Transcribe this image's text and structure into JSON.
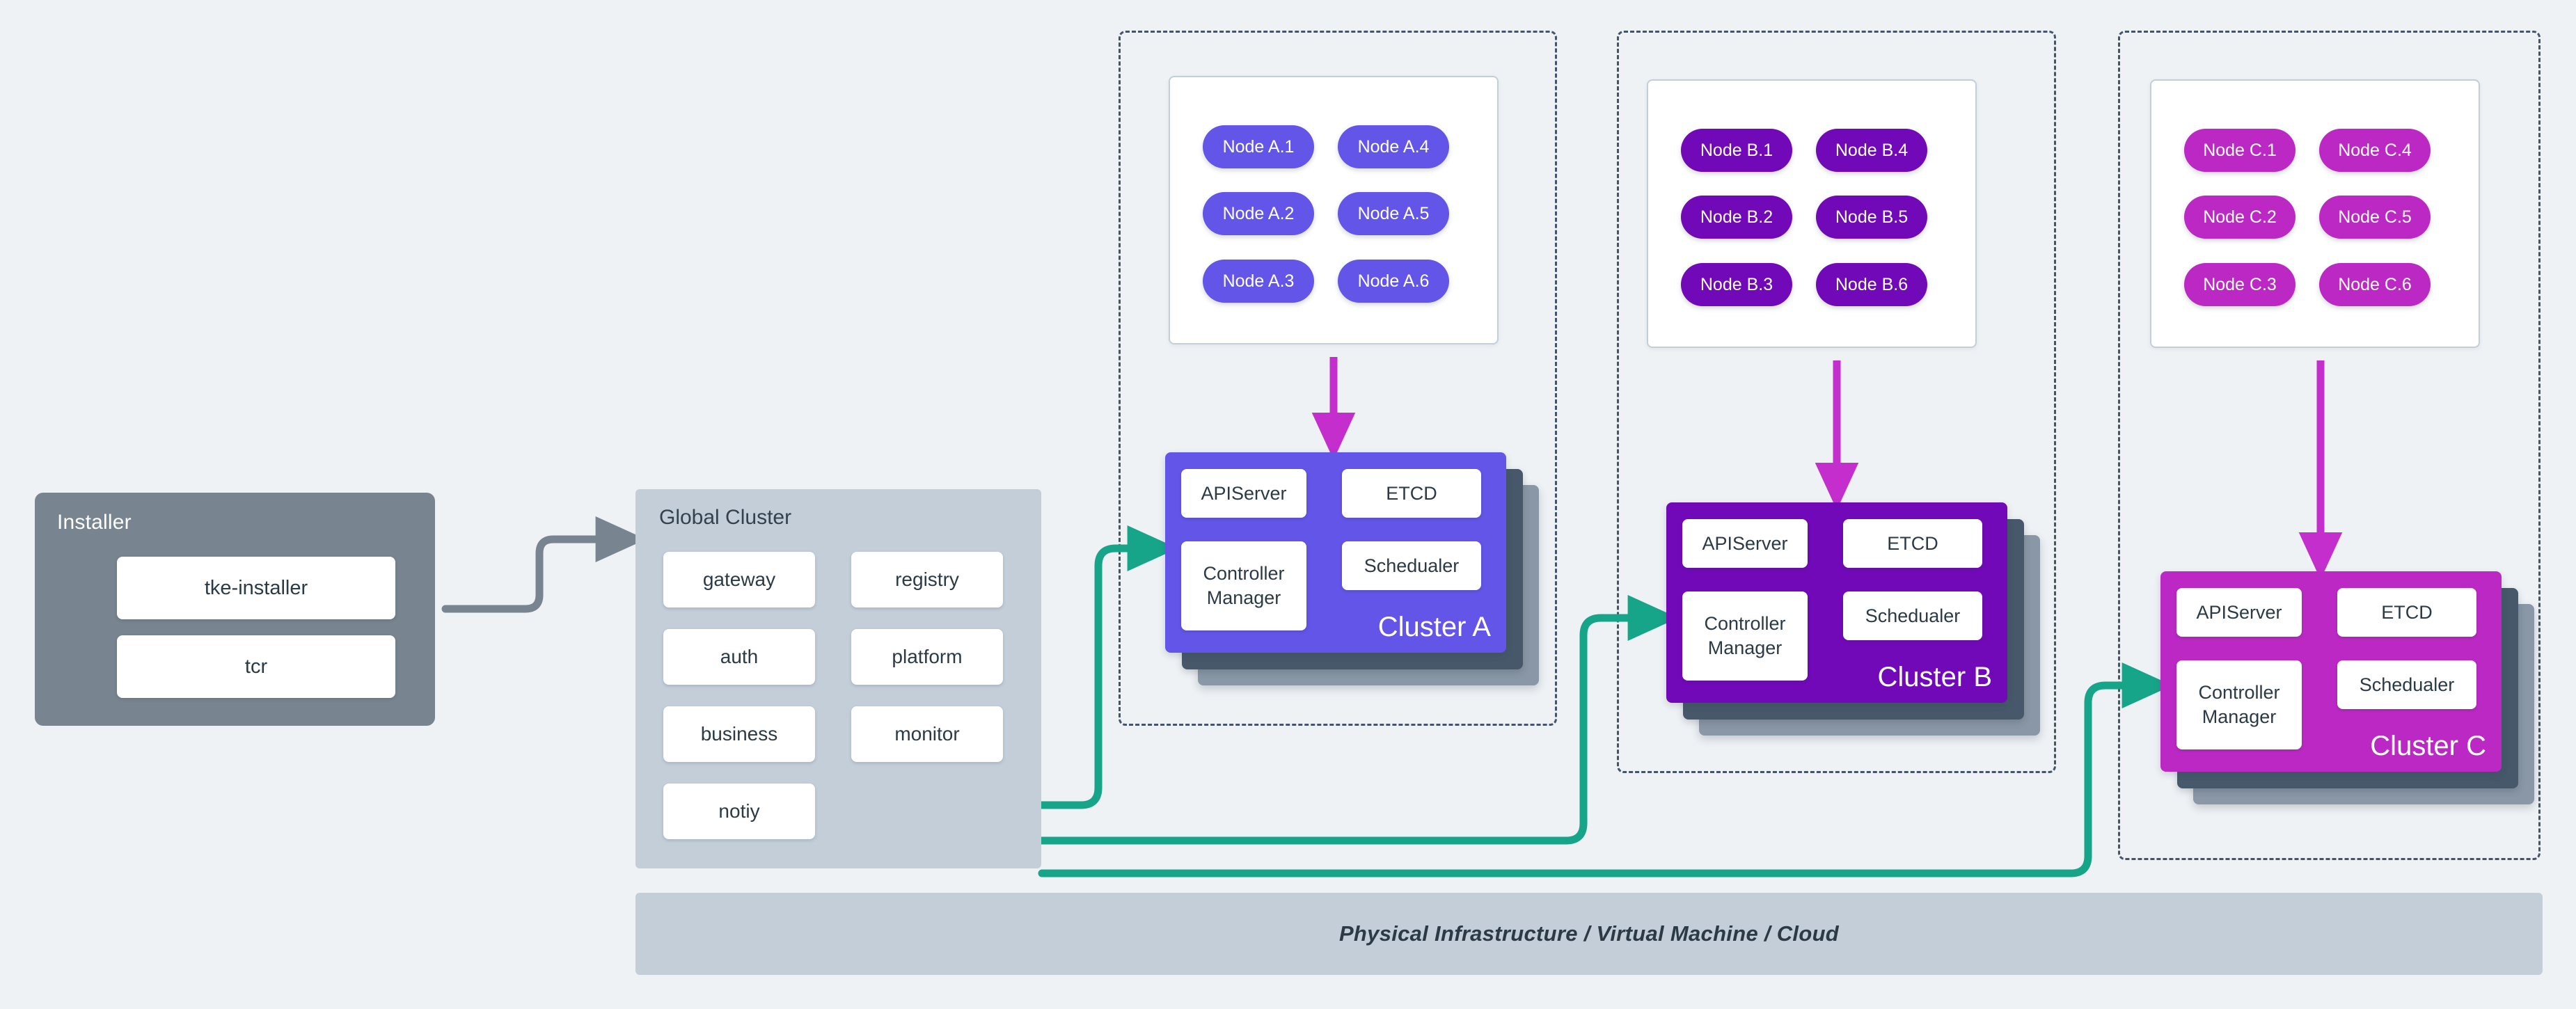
{
  "palette": {
    "background": "#eef2f5",
    "installer_bg": "#78848f",
    "global_bg": "#c3ced9",
    "infra_bg": "#c3ced9",
    "dash_border": "#44546a",
    "cluster_a": "#6355e8",
    "cluster_b": "#7109b8",
    "cluster_c": "#bc28c4",
    "node_a": "#6355e8",
    "node_b": "#7109b8",
    "node_c": "#bc28c4",
    "arrow_teal": "#17a589",
    "arrow_gray": "#78848f",
    "arrow_magenta": "#c42ecc",
    "card_white": "#ffffff",
    "text_dark": "#2b3a45",
    "shadow_dark": "#46586a",
    "shadow_light": "#8997a6"
  },
  "installer": {
    "title": "Installer",
    "items": [
      {
        "label": "tke-installer"
      },
      {
        "label": "tcr"
      }
    ]
  },
  "global_cluster": {
    "title": "Global Cluster",
    "left_column": [
      {
        "label": "gateway"
      },
      {
        "label": "auth"
      },
      {
        "label": "business"
      },
      {
        "label": "notiy"
      }
    ],
    "right_column": [
      {
        "label": "registry"
      },
      {
        "label": "platform"
      },
      {
        "label": "monitor"
      }
    ]
  },
  "control_plane_components": {
    "apiserver": "APIServer",
    "etcd": "ETCD",
    "controller_manager_line1": "Controller",
    "controller_manager_line2": "Manager",
    "scheduler": "Schedualer"
  },
  "clusters": [
    {
      "id": "a",
      "label": "Cluster A",
      "color": "#6355e8",
      "nodes_left": [
        {
          "label": "Node A.1"
        },
        {
          "label": "Node A.2"
        },
        {
          "label": "Node A.3"
        }
      ],
      "nodes_right": [
        {
          "label": "Node A.4"
        },
        {
          "label": "Node A.5"
        },
        {
          "label": "Node A.6"
        }
      ],
      "control_plane": {
        "apiserver": "APIServer",
        "etcd": "ETCD",
        "controller_manager_line1": "Controller",
        "controller_manager_line2": "Manager",
        "scheduler": "Schedualer"
      }
    },
    {
      "id": "b",
      "label": "Cluster B",
      "color": "#7109b8",
      "nodes_left": [
        {
          "label": "Node B.1"
        },
        {
          "label": "Node B.2"
        },
        {
          "label": "Node B.3"
        }
      ],
      "nodes_right": [
        {
          "label": "Node B.4"
        },
        {
          "label": "Node B.5"
        },
        {
          "label": "Node B.6"
        }
      ],
      "control_plane": {
        "apiserver": "APIServer",
        "etcd": "ETCD",
        "controller_manager_line1": "Controller",
        "controller_manager_line2": "Manager",
        "scheduler": "Schedualer"
      }
    },
    {
      "id": "c",
      "label": "Cluster C",
      "color": "#bc28c4",
      "nodes_left": [
        {
          "label": "Node C.1"
        },
        {
          "label": "Node C.2"
        },
        {
          "label": "Node C.3"
        }
      ],
      "nodes_right": [
        {
          "label": "Node C.4"
        },
        {
          "label": "Node C.5"
        },
        {
          "label": "Node C.6"
        }
      ],
      "control_plane": {
        "apiserver": "APIServer",
        "etcd": "ETCD",
        "controller_manager_line1": "Controller",
        "controller_manager_line2": "Manager",
        "scheduler": "Schedualer"
      }
    }
  ],
  "infrastructure": {
    "label": "Physical Infrastructure / Virtual Machine / Cloud"
  }
}
